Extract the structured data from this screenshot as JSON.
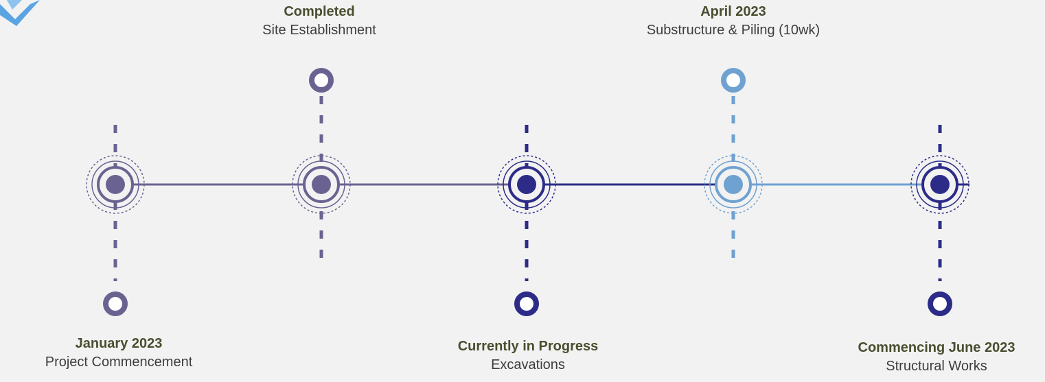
{
  "milestones": [
    {
      "title": "January 2023",
      "desc": "Project Commencement",
      "color": "#6a6391",
      "label_side": "bottom"
    },
    {
      "title": "Completed",
      "desc": "Site Establishment",
      "color": "#6a6391",
      "label_side": "top"
    },
    {
      "title": "Currently in Progress",
      "desc": "Excavations",
      "color": "#2c2c88",
      "label_side": "bottom"
    },
    {
      "title": "April 2023",
      "desc": "Substructure & Piling (10wk)",
      "color": "#6fa1d1",
      "label_side": "top"
    },
    {
      "title": "Commencing June 2023",
      "desc": "Structural Works",
      "color": "#2c2c88",
      "label_side": "bottom"
    }
  ],
  "colors": {
    "background": "#f2f2f2",
    "logo": "#4a9be0"
  },
  "icons": {
    "logo": "corner-logo-icon"
  }
}
